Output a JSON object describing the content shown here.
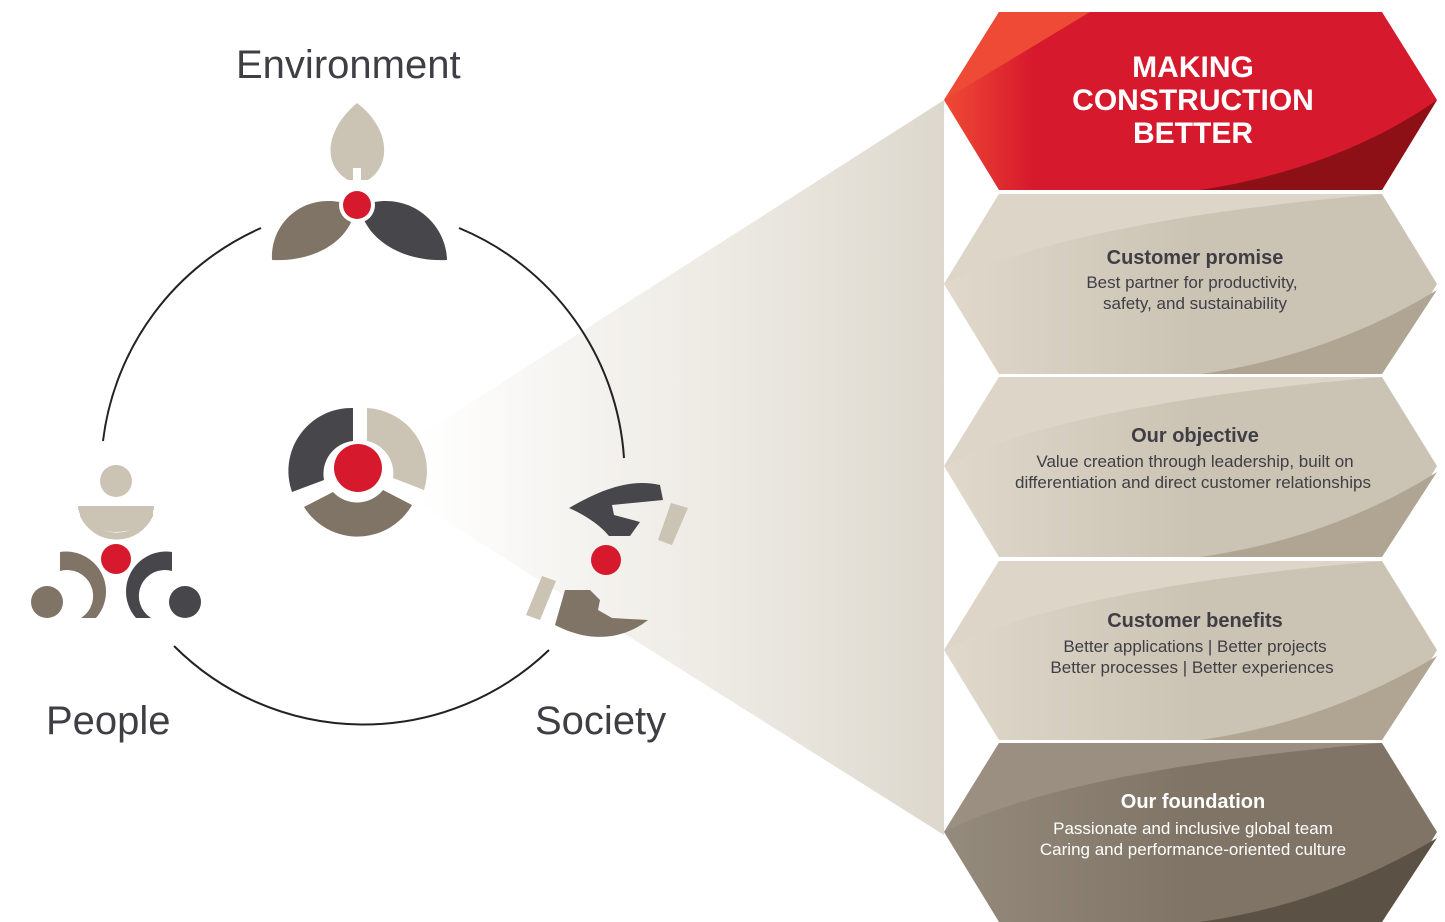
{
  "pillars": {
    "environment": "Environment",
    "people": "People",
    "society": "Society"
  },
  "banner": {
    "line1": "MAKING",
    "line2": "CONSTRUCTION",
    "line3": "BETTER"
  },
  "bands": [
    {
      "title": "Customer promise",
      "line1": "Best partner for productivity,",
      "line2": "safety, and sustainability"
    },
    {
      "title": "Our objective",
      "line1": "Value creation through leadership, built on",
      "line2": "differentiation and direct customer relationships"
    },
    {
      "title": "Customer benefits",
      "line1": "Better applications  |  Better projects",
      "line2": "Better processes  |  Better experiences"
    },
    {
      "title": "Our foundation",
      "line1": "Passionate and inclusive global team",
      "line2": "Caring and performance-oriented culture"
    }
  ],
  "colors": {
    "red": "#d7192d",
    "beige": "#cbc3b3",
    "taupe": "#7f7465",
    "charcoal": "#46464b",
    "text_dark": "#3f3e44"
  }
}
